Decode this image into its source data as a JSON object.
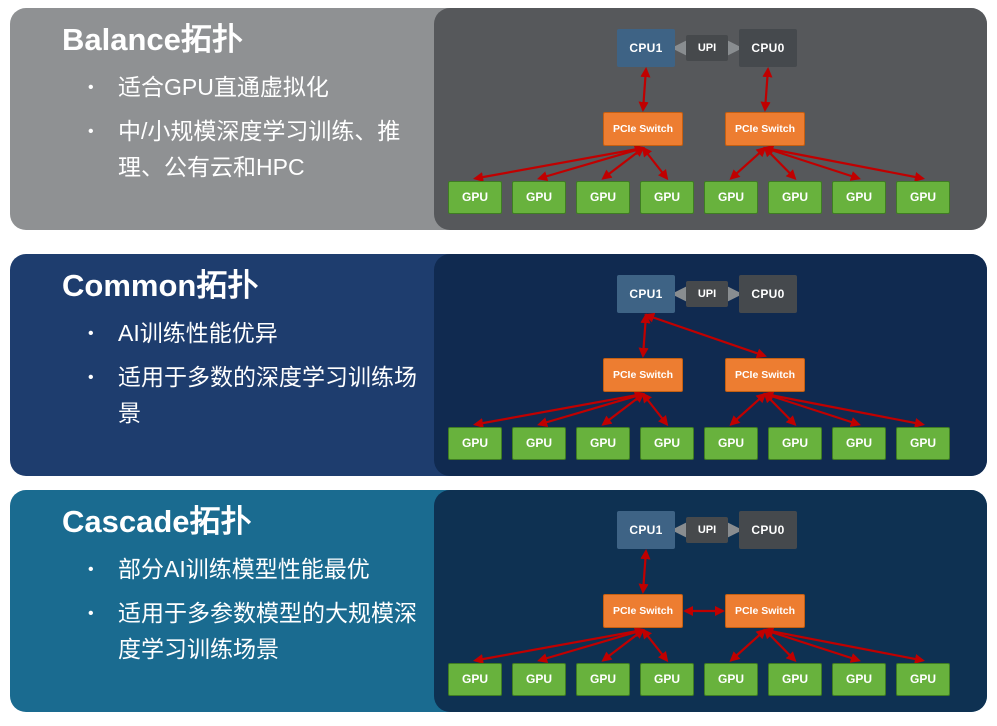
{
  "ui": {
    "bullet_marker": "•"
  },
  "panels": [
    {
      "key": "balance",
      "title": "Balance拓扑",
      "bullets": [
        "适合GPU直通虚拟化",
        "中/小规模深度学习训练、推理、公有云和HPC"
      ],
      "colors": {
        "panel_bg": "#8f9193",
        "diagram_bg": "#56585b"
      },
      "edges": [
        [
          "cpu1",
          "sw0"
        ],
        [
          "cpu0",
          "sw1"
        ],
        [
          "sw0",
          "gpu0"
        ],
        [
          "sw0",
          "gpu1"
        ],
        [
          "sw0",
          "gpu2"
        ],
        [
          "sw0",
          "gpu3"
        ],
        [
          "sw1",
          "gpu4"
        ],
        [
          "sw1",
          "gpu5"
        ],
        [
          "sw1",
          "gpu6"
        ],
        [
          "sw1",
          "gpu7"
        ]
      ]
    },
    {
      "key": "common",
      "title": "Common拓扑",
      "bullets": [
        "AI训练性能优异",
        "适用于多数的深度学习训练场景"
      ],
      "colors": {
        "panel_bg": "#1e3d6e",
        "diagram_bg": "#102a50"
      },
      "edges": [
        [
          "cpu1",
          "sw0"
        ],
        [
          "cpu1",
          "sw1"
        ],
        [
          "sw0",
          "gpu0"
        ],
        [
          "sw0",
          "gpu1"
        ],
        [
          "sw0",
          "gpu2"
        ],
        [
          "sw0",
          "gpu3"
        ],
        [
          "sw1",
          "gpu4"
        ],
        [
          "sw1",
          "gpu5"
        ],
        [
          "sw1",
          "gpu6"
        ],
        [
          "sw1",
          "gpu7"
        ]
      ]
    },
    {
      "key": "cascade",
      "title": "Cascade拓扑",
      "bullets": [
        "部分AI训练模型性能最优",
        "适用于多参数模型的大规模深度学习训练场景"
      ],
      "colors": {
        "panel_bg": "#1a6b90",
        "diagram_bg": "#0e3152"
      },
      "edges": [
        [
          "cpu1",
          "sw0"
        ],
        [
          "sw0",
          "sw1"
        ],
        [
          "sw0",
          "gpu0"
        ],
        [
          "sw0",
          "gpu1"
        ],
        [
          "sw0",
          "gpu2"
        ],
        [
          "sw0",
          "gpu3"
        ],
        [
          "sw1",
          "gpu4"
        ],
        [
          "sw1",
          "gpu5"
        ],
        [
          "sw1",
          "gpu6"
        ],
        [
          "sw1",
          "gpu7"
        ]
      ]
    }
  ],
  "diagram_nodes": {
    "cpu1": "CPU1",
    "cpu0": "CPU0",
    "upi": "UPI",
    "pcie_switch": "PCIe Switch",
    "gpu": "GPU",
    "gpu_count": 8
  },
  "diagram_colors": {
    "cpu1_bg": "#3e6385",
    "cpu0_bg": "#45494d",
    "upi_bg": "#46494c",
    "upi_arrow": "#898d90",
    "switch_bg": "#ed7d31",
    "switch_border": "#c55f11",
    "gpu_bg": "#68b23d",
    "gpu_border": "#3f7d23",
    "arrow": "#c00000"
  }
}
